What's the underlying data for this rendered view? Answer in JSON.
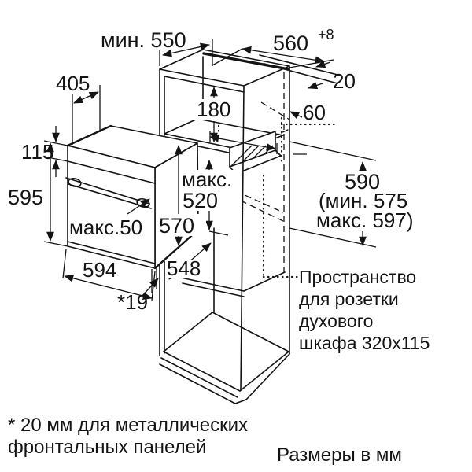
{
  "diagram": {
    "title_hint": "Built-in oven installation drawing",
    "units_note": "Размеры в мм",
    "footnote_lines": [
      "* 20 мм для металлических",
      "фронтальных панелей"
    ],
    "socket_note_lines": [
      "Пространство",
      "для розетки",
      "духового",
      "шкафа 320x115"
    ],
    "dims": {
      "top_depth": "мин. 550",
      "niche_width": "560",
      "niche_width_tol": "+8",
      "rear_top_gap": "20",
      "socket_offset": "60",
      "upper_compartment_height": "180",
      "oven_top_depth": "405",
      "control_panel_height": "115",
      "oven_height": "595",
      "door_clearance": "макс.50",
      "niche_clearance_prefix": "макс.",
      "niche_clearance": "520",
      "oven_body_height": "570",
      "oven_width": "594",
      "oven_rear_depth": "548",
      "front_panel_overlap": "*19",
      "niche_height": "590",
      "niche_height_min": "(мин. 575",
      "niche_height_max": "макс. 597)"
    },
    "colors": {
      "line": "#141414",
      "background": "#ffffff"
    }
  }
}
